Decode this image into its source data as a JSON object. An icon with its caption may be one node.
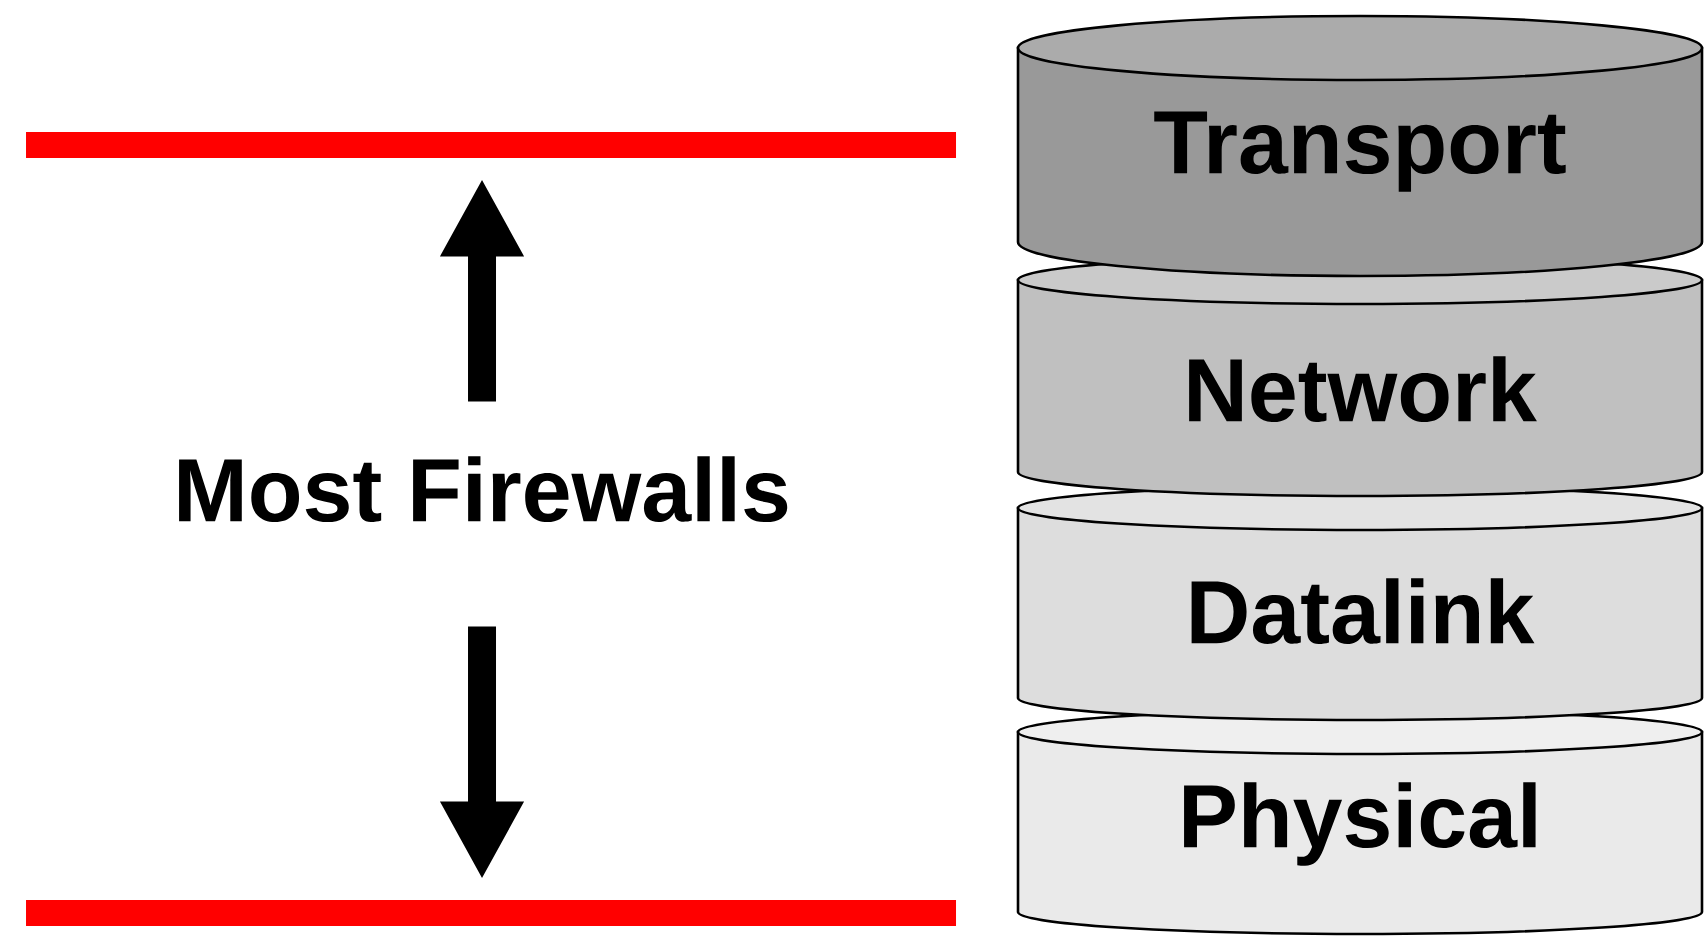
{
  "diagram": {
    "nodes": [
      {
        "text": [
          "Transport"
        ]
      },
      {
        "text": [
          "Network"
        ]
      },
      {
        "text": [
          "Datalink"
        ]
      },
      {
        "text": [
          "Physical"
        ]
      },
      {
        "text": [
          "Most Firewalls"
        ]
      },
      {
        "text": [],
        "shape": "bar"
      },
      {
        "text": [],
        "shape": "bar"
      }
    ],
    "edges": [
      {
        "from": 4,
        "to": 5,
        "arrow": "to"
      },
      {
        "from": 4,
        "to": 6,
        "arrow": "to"
      }
    ]
  }
}
